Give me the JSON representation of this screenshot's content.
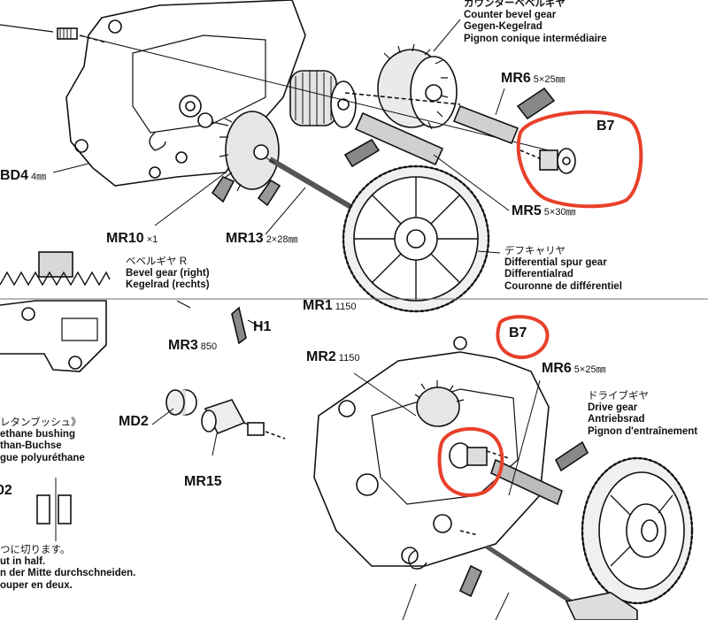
{
  "colors": {
    "ink": "#111111",
    "highlight": "#e8402a",
    "part_grey": "#9a9a9a",
    "part_light": "#cfcfcf",
    "divider": "#6e6e6e"
  },
  "top_panel": {
    "counter_bevel_gear": {
      "jp": "カウンターベベルギヤ",
      "en": "Counter bevel gear",
      "de": "Gegen-Kegelrad",
      "fr": "Pignon conique intermédiaire"
    },
    "mr6": {
      "code": "MR6",
      "size": "5×25㎜"
    },
    "b7": {
      "code": "B7"
    },
    "bd4": {
      "code": "BD4",
      "size": "4㎜"
    },
    "mr5": {
      "code": "MR5",
      "size": "5×30㎜"
    },
    "mr10": {
      "code": "MR10",
      "qty": "×1"
    },
    "mr13": {
      "code": "MR13",
      "size": "2×28㎜"
    },
    "bevel_gear_right": {
      "jp": "ベベルギヤ R",
      "en": "Bevel gear (right)",
      "de": "Kegelrad (rechts)"
    },
    "differential_spur_gear": {
      "jp": "デフキャリヤ",
      "en": "Differential spur gear",
      "de": "Differentialrad",
      "fr": "Couronne de différentiel"
    }
  },
  "bottom_panel": {
    "mr1": {
      "code": "MR1",
      "qty": "1150"
    },
    "h1": {
      "code": "H1"
    },
    "mr3": {
      "code": "MR3",
      "qty": "850"
    },
    "mr2": {
      "code": "MR2",
      "qty": "1150"
    },
    "b7": {
      "code": "B7"
    },
    "mr6": {
      "code": "MR6",
      "size": "5×25㎜"
    },
    "drive_gear": {
      "jp": "ドライブギヤ",
      "en": "Drive gear",
      "de": "Antriebsrad",
      "fr": "Pignon d'entraînement"
    },
    "urethane_bushing": {
      "jp": "レタンブッシュ》",
      "en": "ethane bushing",
      "de": "than-Buchse",
      "fr": "gue polyuréthane"
    },
    "md2": {
      "code": "MD2"
    },
    "mr15": {
      "code": "MR15"
    },
    "d2_fragment": {
      "code": "02"
    },
    "cut_note": {
      "jp": "つに切ります。",
      "en": "ut in half.",
      "de": "n der Mitte durchschneiden.",
      "fr": "ouper en deux."
    }
  }
}
